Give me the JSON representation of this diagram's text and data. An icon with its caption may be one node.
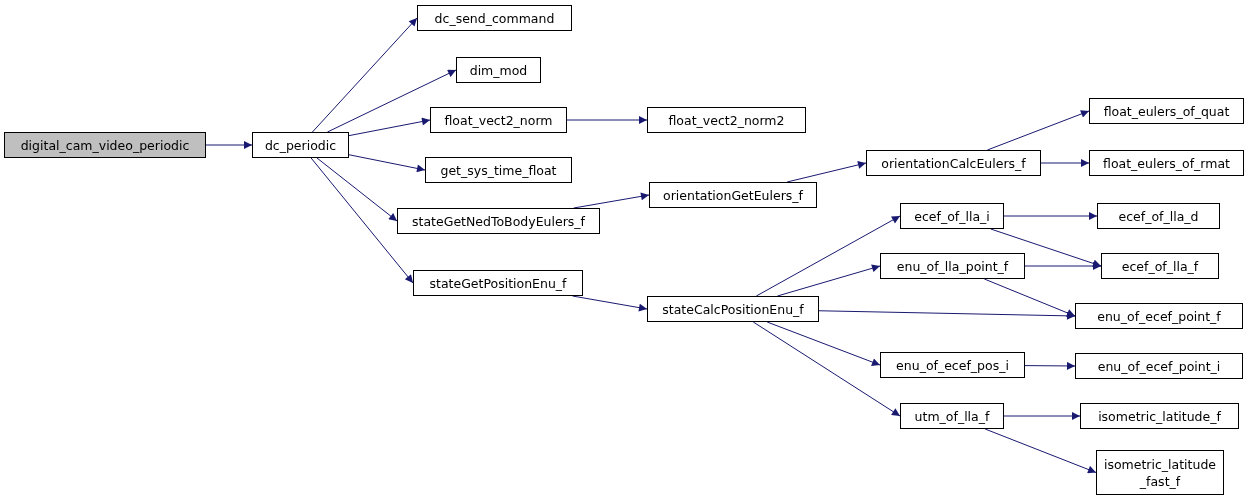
{
  "diagram": {
    "nodes": [
      {
        "text": [
          "digital_cam_video_periodic"
        ]
      },
      {
        "text": [
          "dc_periodic"
        ]
      },
      {
        "text": [
          "dc_send_command"
        ]
      },
      {
        "text": [
          "dim_mod"
        ]
      },
      {
        "text": [
          "float_vect2_norm"
        ]
      },
      {
        "text": [
          "float_vect2_norm2"
        ]
      },
      {
        "text": [
          "get_sys_time_float"
        ]
      },
      {
        "text": [
          "stateGetNedToBodyEulers_f"
        ]
      },
      {
        "text": [
          "orientationGetEulers_f"
        ]
      },
      {
        "text": [
          "orientationCalcEulers_f"
        ]
      },
      {
        "text": [
          "float_eulers_of_quat"
        ]
      },
      {
        "text": [
          "float_eulers_of_rmat"
        ]
      },
      {
        "text": [
          "stateGetPositionEnu_f"
        ]
      },
      {
        "text": [
          "stateCalcPositionEnu_f"
        ]
      },
      {
        "text": [
          "ecef_of_lla_i"
        ]
      },
      {
        "text": [
          "enu_of_lla_point_f"
        ]
      },
      {
        "text": [
          "enu_of_ecef_pos_i"
        ]
      },
      {
        "text": [
          "utm_of_lla_f"
        ]
      },
      {
        "text": [
          "ecef_of_lla_d"
        ]
      },
      {
        "text": [
          "ecef_of_lla_f"
        ]
      },
      {
        "text": [
          "enu_of_ecef_point_f"
        ]
      },
      {
        "text": [
          "enu_of_ecef_point_i"
        ]
      },
      {
        "text": [
          "isometric_latitude_f"
        ]
      },
      {
        "text": [
          "isometric_latitude _fast_f"
        ]
      }
    ],
    "edges": [
      {
        "from": 0,
        "to": 1,
        "arrow": "to"
      },
      {
        "from": 1,
        "to": 2,
        "arrow": "to"
      },
      {
        "from": 1,
        "to": 3,
        "arrow": "to"
      },
      {
        "from": 1,
        "to": 4,
        "arrow": "to"
      },
      {
        "from": 1,
        "to": 6,
        "arrow": "to"
      },
      {
        "from": 1,
        "to": 7,
        "arrow": "to"
      },
      {
        "from": 1,
        "to": 12,
        "arrow": "to"
      },
      {
        "from": 4,
        "to": 5,
        "arrow": "to"
      },
      {
        "from": 7,
        "to": 8,
        "arrow": "to"
      },
      {
        "from": 8,
        "to": 9,
        "arrow": "to"
      },
      {
        "from": 9,
        "to": 10,
        "arrow": "to"
      },
      {
        "from": 9,
        "to": 11,
        "arrow": "to"
      },
      {
        "from": 12,
        "to": 13,
        "arrow": "to"
      },
      {
        "from": 13,
        "to": 14,
        "arrow": "to"
      },
      {
        "from": 13,
        "to": 15,
        "arrow": "to"
      },
      {
        "from": 13,
        "to": 20,
        "arrow": "to"
      },
      {
        "from": 13,
        "to": 16,
        "arrow": "to"
      },
      {
        "from": 13,
        "to": 17,
        "arrow": "to"
      },
      {
        "from": 14,
        "to": 18,
        "arrow": "to"
      },
      {
        "from": 14,
        "to": 19,
        "arrow": "to"
      },
      {
        "from": 15,
        "to": 19,
        "arrow": "to"
      },
      {
        "from": 15,
        "to": 20,
        "arrow": "to"
      },
      {
        "from": 16,
        "to": 21,
        "arrow": "to"
      },
      {
        "from": 17,
        "to": 22,
        "arrow": "to"
      },
      {
        "from": 17,
        "to": 23,
        "arrow": "to"
      }
    ]
  }
}
